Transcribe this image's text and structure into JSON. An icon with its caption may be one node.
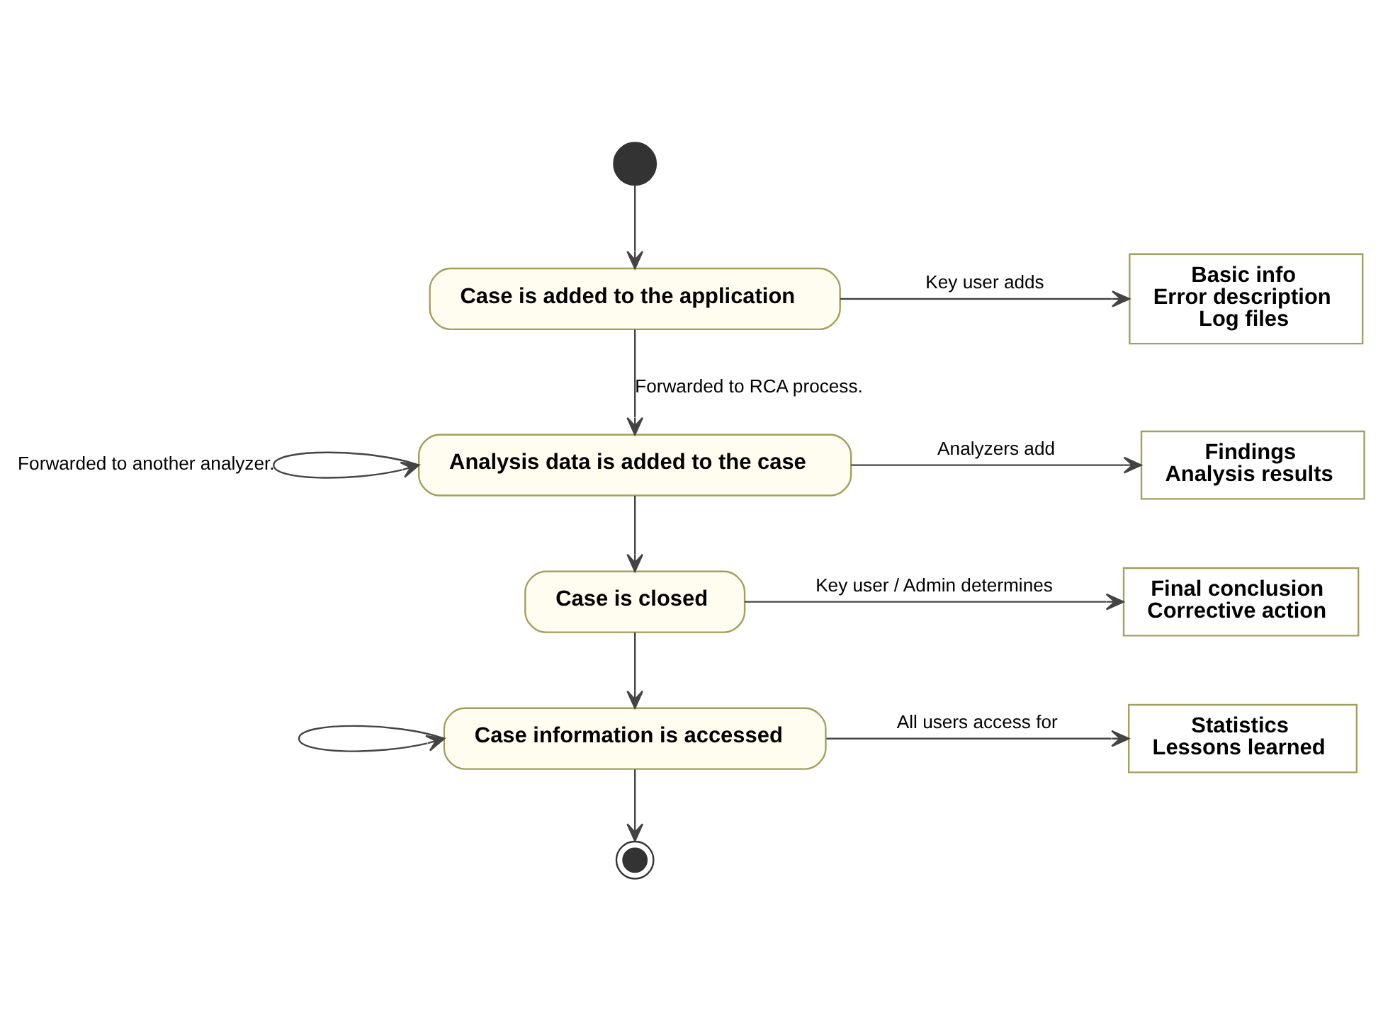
{
  "diagram": {
    "nodes": [
      {
        "text": [],
        "shape": "circle"
      },
      {
        "text": [
          "Case is added to the application"
        ]
      },
      {
        "text": [
          "Basic info",
          "Error description",
          "Log files"
        ]
      },
      {
        "text": [
          "Analysis data is added to the case"
        ]
      },
      {
        "text": [
          "Findings",
          "Analysis results"
        ]
      },
      {
        "text": [
          "Case is closed"
        ]
      },
      {
        "text": [
          "Final conclusion",
          "Corrective action"
        ]
      },
      {
        "text": [
          "Case information is accessed"
        ]
      },
      {
        "text": [
          "Statistics",
          "Lessons learned"
        ]
      },
      {
        "text": [],
        "shape": "bullseye"
      }
    ],
    "edges": [
      {
        "from": 0,
        "to": 1,
        "arrow": "to"
      },
      {
        "from": 1,
        "to": 2,
        "arrow": "to",
        "label": "Key user adds"
      },
      {
        "from": 1,
        "to": 3,
        "arrow": "to",
        "label": "Forwarded to RCA process."
      },
      {
        "from": 3,
        "to": 3,
        "arrow": "to",
        "label": "Forwarded to another analyzer."
      },
      {
        "from": 3,
        "to": 4,
        "arrow": "to",
        "label": "Analyzers add"
      },
      {
        "from": 3,
        "to": 5,
        "arrow": "to"
      },
      {
        "from": 5,
        "to": 6,
        "arrow": "to",
        "label": "Key user / Admin determines"
      },
      {
        "from": 5,
        "to": 7,
        "arrow": "to"
      },
      {
        "from": 7,
        "to": 7,
        "arrow": "to"
      },
      {
        "from": 7,
        "to": 8,
        "arrow": "to",
        "label": "All users access for"
      },
      {
        "from": 7,
        "to": 9,
        "arrow": "to"
      }
    ]
  }
}
